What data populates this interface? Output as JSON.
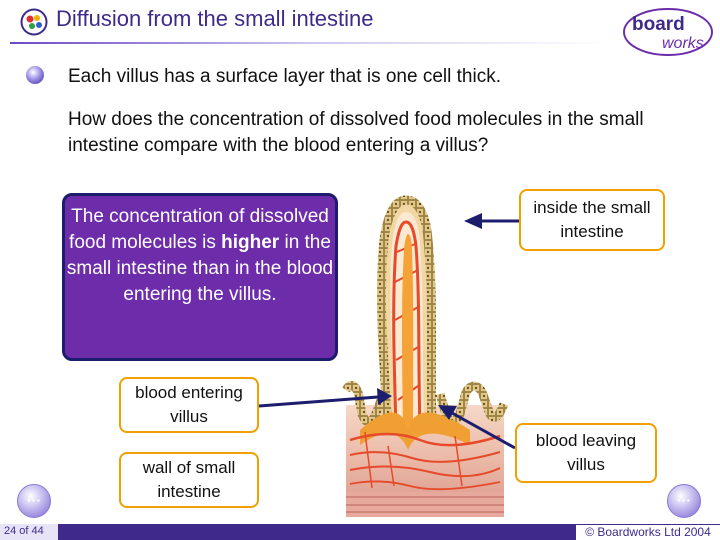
{
  "header": {
    "title": "Diffusion from the small intestine",
    "logo_top": "board",
    "logo_bottom": "works"
  },
  "content": {
    "point1": "Each villus has a surface layer that is one cell thick.",
    "question": "How does the concentration of dissolved food molecules in the small intestine compare with the blood entering a villus?",
    "answer_part1": "The concentration of dissolved food molecules is ",
    "answer_bold": "higher",
    "answer_part2": " in the small intestine than in the blood entering the villus."
  },
  "diagram": {
    "labels": {
      "inside": "inside the small intestine",
      "blood_in": "blood entering villus",
      "wall": "wall of small intestine",
      "blood_out": "blood leaving villus"
    }
  },
  "footer": {
    "page": "24 of 44",
    "copyright": "© Boardworks Ltd 2004"
  },
  "colors": {
    "brand": "#3f2a8c",
    "answer_box": "#6d2dab",
    "label_border": "#f0a000"
  },
  "icons": {
    "title": "molecule-icon",
    "bullet": "orb-bullet-icon",
    "nav_prev": "previous-slide-icon",
    "nav_next": "next-slide-icon"
  }
}
